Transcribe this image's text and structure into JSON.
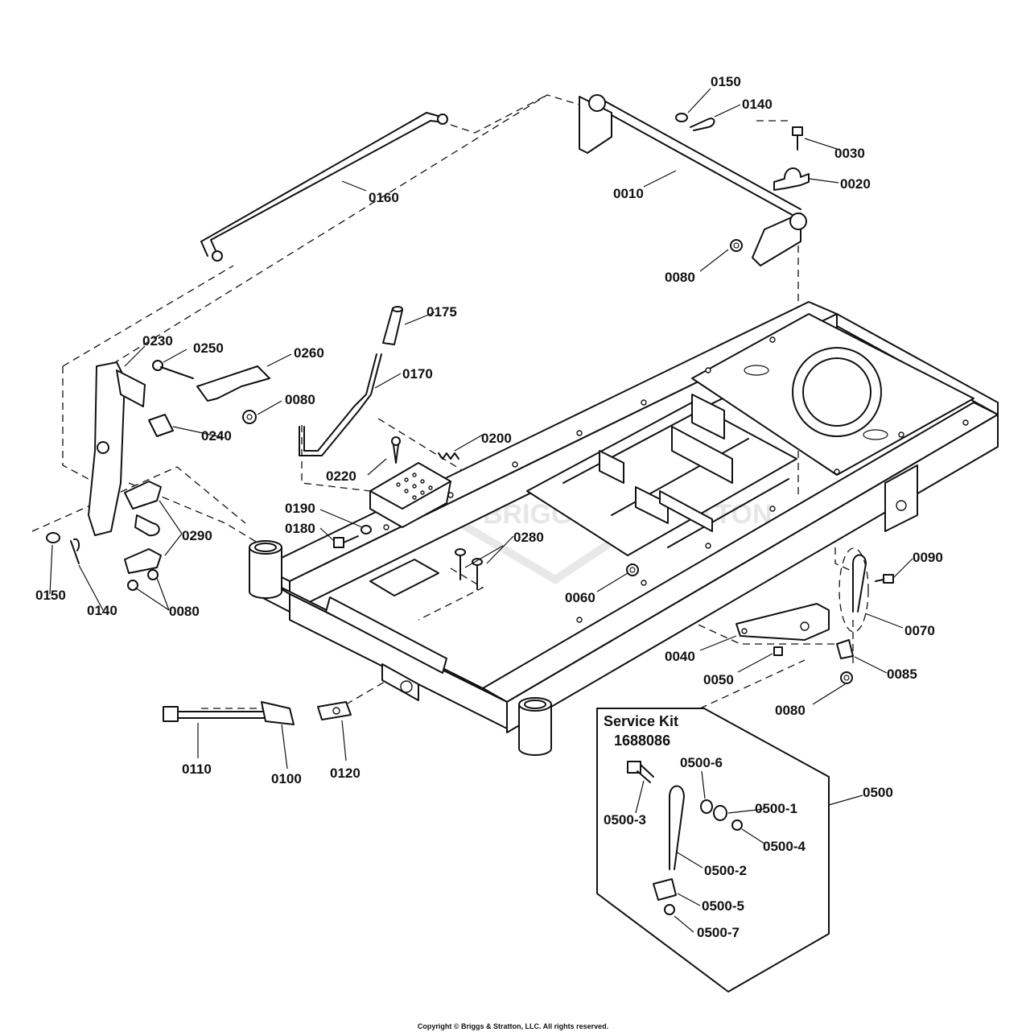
{
  "labels": {
    "p0010": "0010",
    "p0020": "0020",
    "p0030": "0030",
    "p0040": "0040",
    "p0050": "0050",
    "p0060": "0060",
    "p0070": "0070",
    "p0080": "0080",
    "p0085": "0085",
    "p0090": "0090",
    "p0100": "0100",
    "p0110": "0110",
    "p0120": "0120",
    "p0140": "0140",
    "p0150": "0150",
    "p0160": "0160",
    "p0170": "0170",
    "p0175": "0175",
    "p0180": "0180",
    "p0190": "0190",
    "p0200": "0200",
    "p0220": "0220",
    "p0230": "0230",
    "p0240": "0240",
    "p0250": "0250",
    "p0260": "0260",
    "p0280": "0280",
    "p0290": "0290",
    "p0500": "0500",
    "p0500_1": "0500-1",
    "p0500_2": "0500-2",
    "p0500_3": "0500-3",
    "p0500_4": "0500-4",
    "p0500_5": "0500-5",
    "p0500_6": "0500-6",
    "p0500_7": "0500-7"
  },
  "service_kit": {
    "title": "Service Kit",
    "number": "1688086"
  },
  "watermark": "BRIGGS & STRATTON",
  "copyright": "Copyright © Briggs & Stratton, LLC. All rights reserved."
}
